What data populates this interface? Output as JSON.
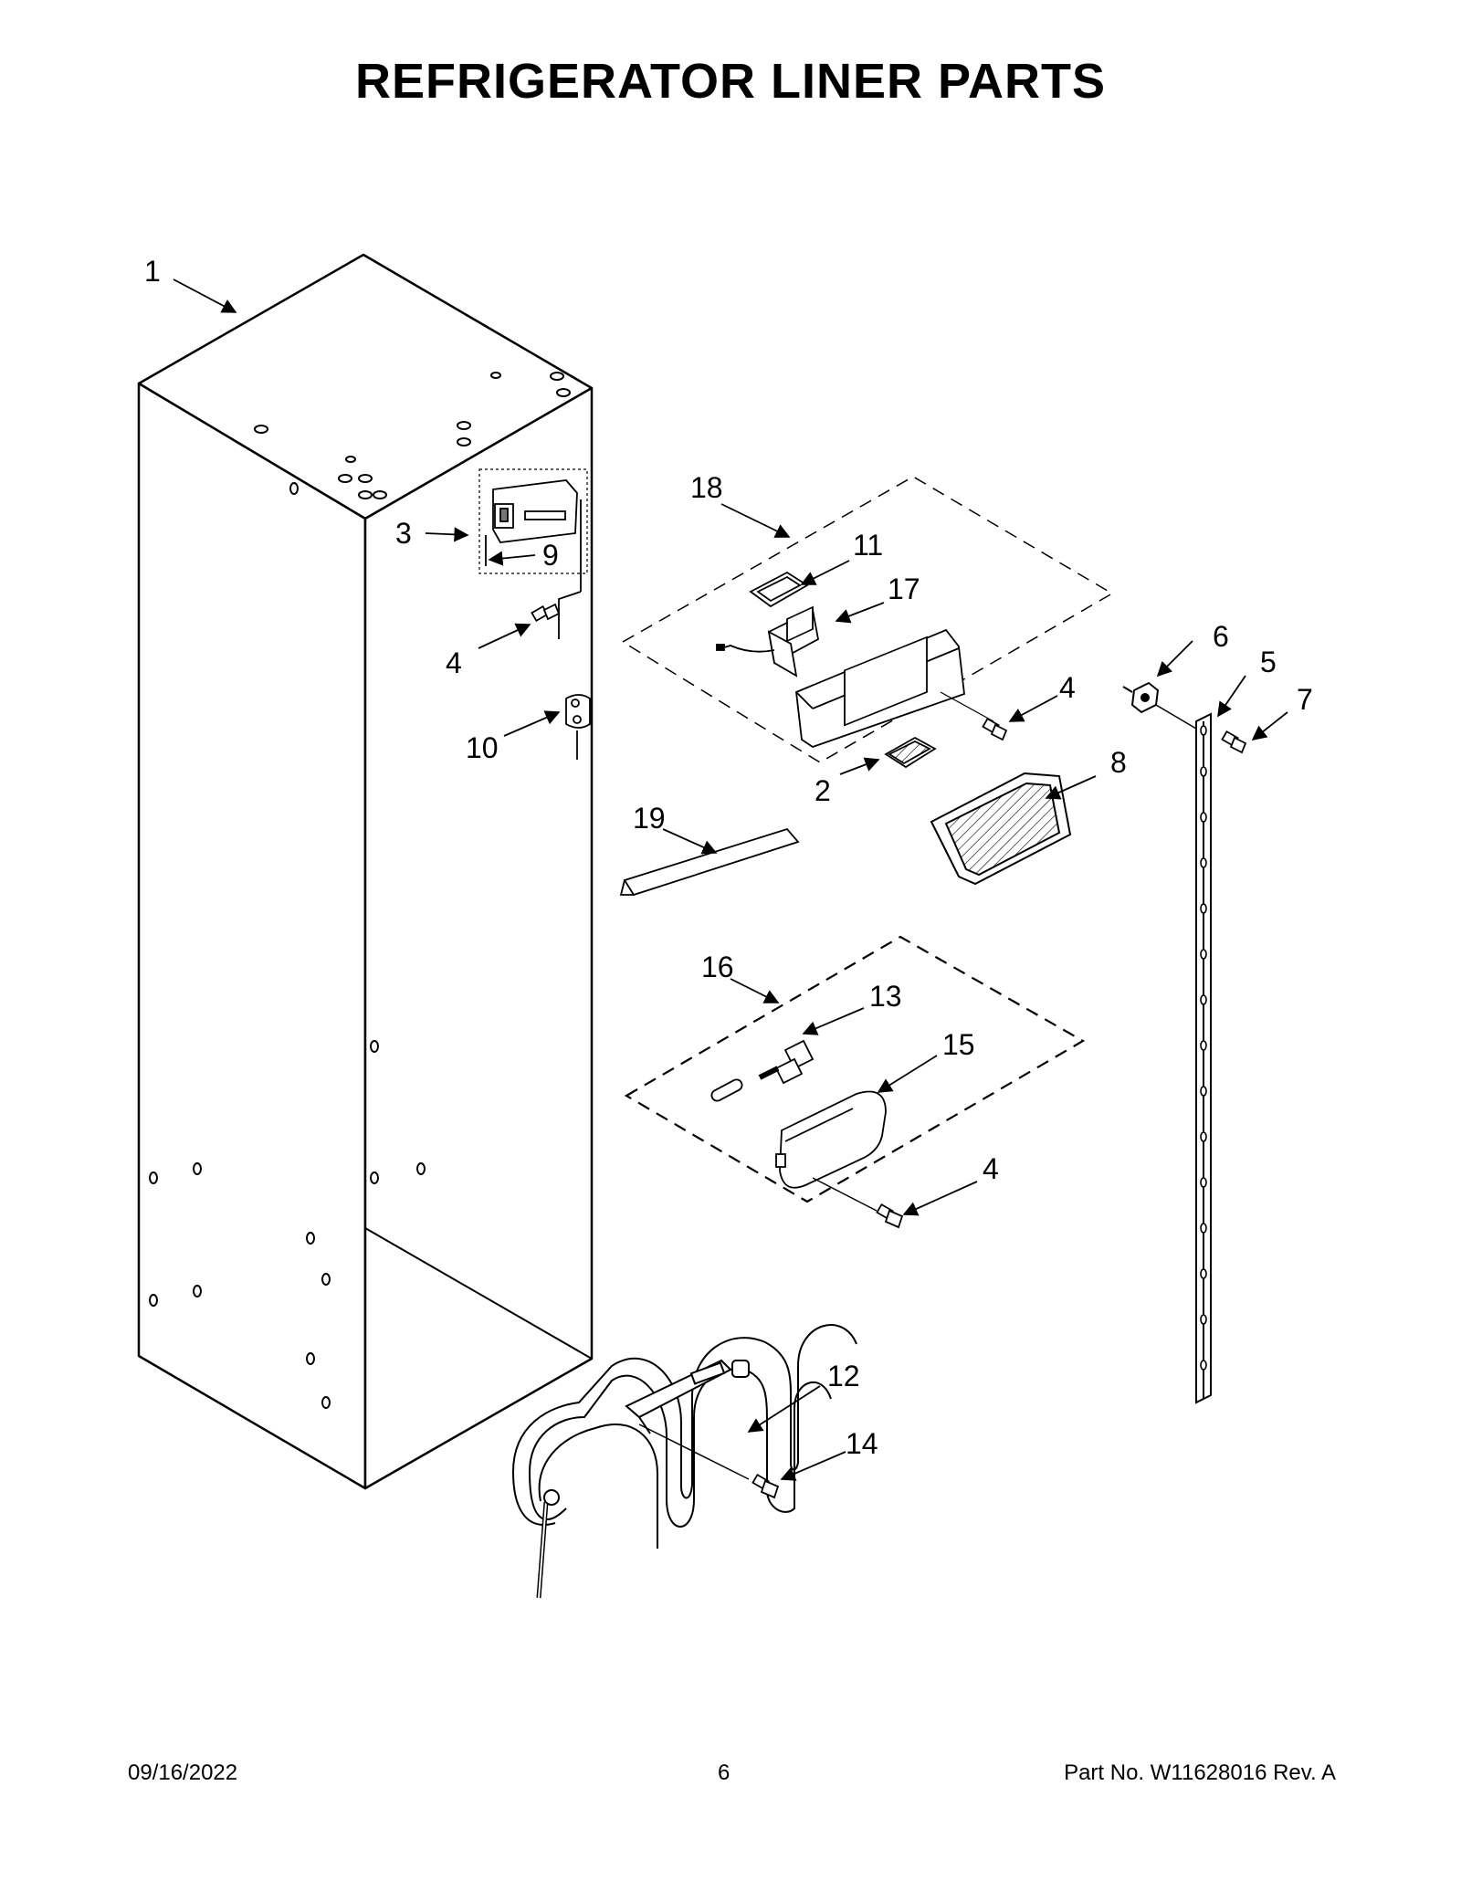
{
  "title": "REFRIGERATOR LINER PARTS",
  "callouts": [
    {
      "id": "c1",
      "text": "1"
    },
    {
      "id": "c18",
      "text": "18"
    },
    {
      "id": "c3",
      "text": "3"
    },
    {
      "id": "c9",
      "text": "9"
    },
    {
      "id": "c11",
      "text": "11"
    },
    {
      "id": "c17",
      "text": "17"
    },
    {
      "id": "c4a",
      "text": "4"
    },
    {
      "id": "c6",
      "text": "6"
    },
    {
      "id": "c5",
      "text": "5"
    },
    {
      "id": "c7",
      "text": "7"
    },
    {
      "id": "c4b",
      "text": "4"
    },
    {
      "id": "c10",
      "text": "10"
    },
    {
      "id": "c8",
      "text": "8"
    },
    {
      "id": "c2",
      "text": "2"
    },
    {
      "id": "c19",
      "text": "19"
    },
    {
      "id": "c16",
      "text": "16"
    },
    {
      "id": "c13",
      "text": "13"
    },
    {
      "id": "c15",
      "text": "15"
    },
    {
      "id": "c4c",
      "text": "4"
    },
    {
      "id": "c12",
      "text": "12"
    },
    {
      "id": "c14",
      "text": "14"
    }
  ],
  "footer": {
    "date": "09/16/2022",
    "page": "6",
    "part_no": "Part No.  W11628016  Rev.  A"
  }
}
